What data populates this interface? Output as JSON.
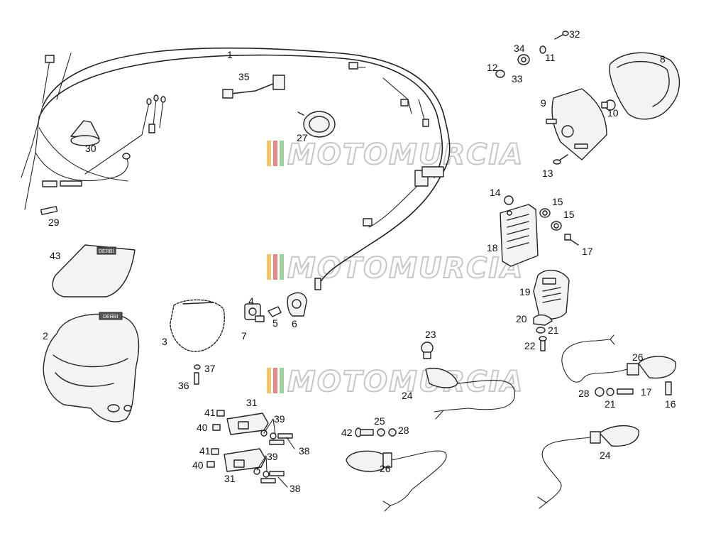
{
  "diagram": {
    "labels": {
      "l1": "1",
      "l2": "2",
      "l3": "3",
      "l4": "4",
      "l5": "5",
      "l6": "6",
      "l7": "7",
      "l8": "8",
      "l9": "9",
      "l10": "10",
      "l11": "11",
      "l12": "12",
      "l13": "13",
      "l14": "14",
      "l15a": "15",
      "l15b": "15",
      "l16": "16",
      "l17a": "17",
      "l17b": "17",
      "l18": "18",
      "l19": "19",
      "l20": "20",
      "l21a": "21",
      "l21b": "21",
      "l22": "22",
      "l23": "23",
      "l24a": "24",
      "l24b": "24",
      "l25": "25",
      "l26a": "26",
      "l26b": "26",
      "l27": "27",
      "l28a": "28",
      "l28b": "28",
      "l29": "29",
      "l30": "30",
      "l31a": "31",
      "l31b": "31",
      "l32": "32",
      "l33": "33",
      "l34": "34",
      "l35": "35",
      "l36": "36",
      "l37": "37",
      "l38a": "38",
      "l38b": "38",
      "l39a": "39",
      "l39b": "39",
      "l40a": "40",
      "l40b": "40",
      "l41a": "41",
      "l41b": "41",
      "l42": "42",
      "l43": "43"
    },
    "brand_mark": "DERBI",
    "watermark": "MOTOMURCIA"
  }
}
